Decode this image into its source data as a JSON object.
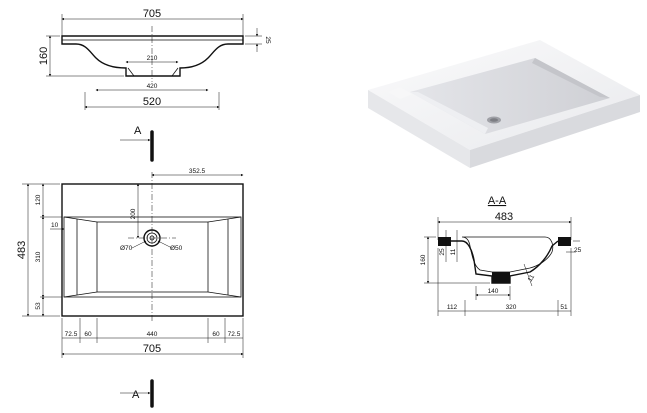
{
  "top_view": {
    "width_label": "705",
    "height_label": "160",
    "edge_label": "25",
    "drain_label": "210",
    "bowl_bottom_label": "420",
    "bowl_top_label": "520"
  },
  "section_marker": {
    "letter_top": "A",
    "letter_bottom": "A"
  },
  "plan_view": {
    "height_label": "483",
    "half_width_label": "352.5",
    "back_label": "120",
    "bowl_depth_label": "310",
    "front_label": "53",
    "side_label": "10",
    "drain_offset_label": "200",
    "hole_70_label": "Ø70",
    "hole_50_label": "Ø50",
    "bottom_dims": [
      "72.5",
      "60",
      "440",
      "60",
      "72.5"
    ],
    "total_width_label": "705"
  },
  "section_view": {
    "title": "A-A",
    "width_label": "483",
    "height_label": "160",
    "rim_label": "25",
    "inner_label": "11",
    "right_edge_label": "25",
    "slope_label": "11",
    "drain_label": "140",
    "bottom_dims": [
      "112",
      "320",
      "51"
    ]
  },
  "colors": {
    "line": "#111111",
    "basin_light": "#f4f4f6",
    "basin_shadow": "#d7d8dc"
  }
}
